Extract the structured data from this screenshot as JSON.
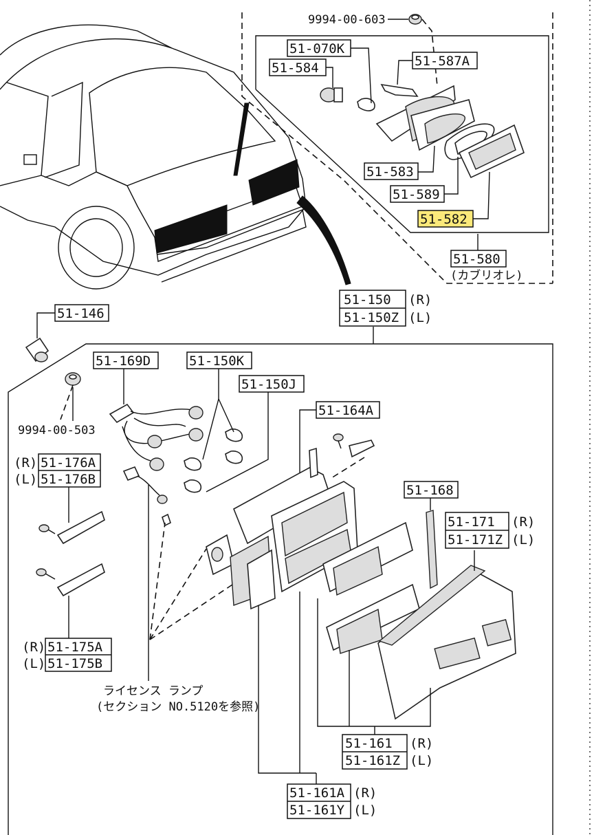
{
  "labels": {
    "p9994_00_603": "9994-00-603",
    "p51_070K": "51-070K",
    "p51_584": "51-584",
    "p51_587A": "51-587A",
    "p51_583": "51-583",
    "p51_589": "51-589",
    "p51_582": "51-582",
    "p51_580": "51-580",
    "p51_580_note": "(カブリオレ)",
    "p51_150": "51-150",
    "p51_150Z": "51-150Z",
    "p51_146": "51-146",
    "p51_169D": "51-169D",
    "p51_150K": "51-150K",
    "p51_150J": "51-150J",
    "p51_164A": "51-164A",
    "p9994_00_503": "9994-00-503",
    "p51_176A": "51-176A",
    "p51_176B": "51-176B",
    "p51_168": "51-168",
    "p51_171": "51-171",
    "p51_171Z": "51-171Z",
    "p51_175A": "51-175A",
    "p51_175B": "51-175B",
    "license_lamp": "ライセンス ランプ",
    "license_ref": "(セクション NO.5120を参照)",
    "p51_161": "51-161",
    "p51_161Z": "51-161Z",
    "p51_161A": "51-161A",
    "p51_161Y": "51-161Y"
  },
  "sides": {
    "R": "(R)",
    "L": "(L)"
  },
  "colors": {
    "highlight": "#fbe97a",
    "ink": "#111111"
  }
}
